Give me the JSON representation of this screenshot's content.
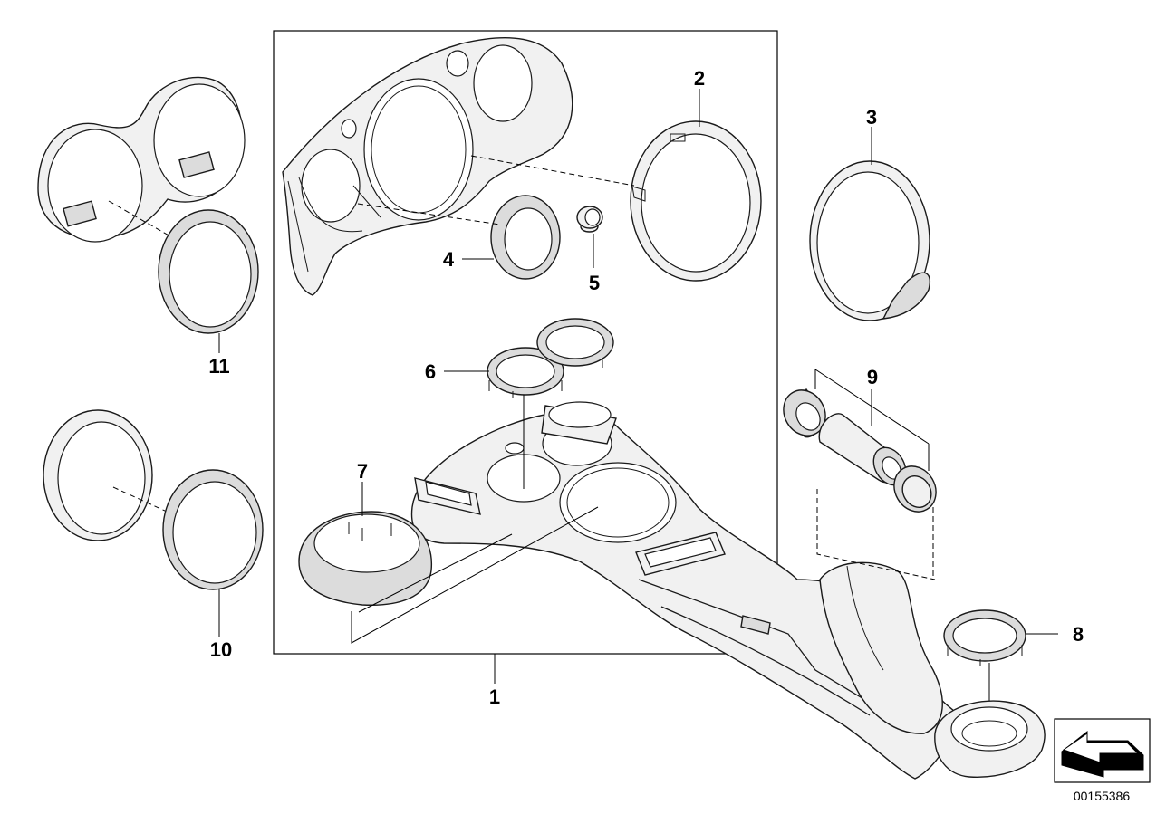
{
  "callouts": {
    "c1": "1",
    "c2": "2",
    "c3": "3",
    "c4": "4",
    "c5": "5",
    "c6": "6",
    "c7": "7",
    "c8": "8",
    "c9": "9",
    "c10": "10",
    "c11": "11"
  },
  "reference_number": "00155386",
  "icons": {
    "direction": "direction-arrow-icon"
  }
}
